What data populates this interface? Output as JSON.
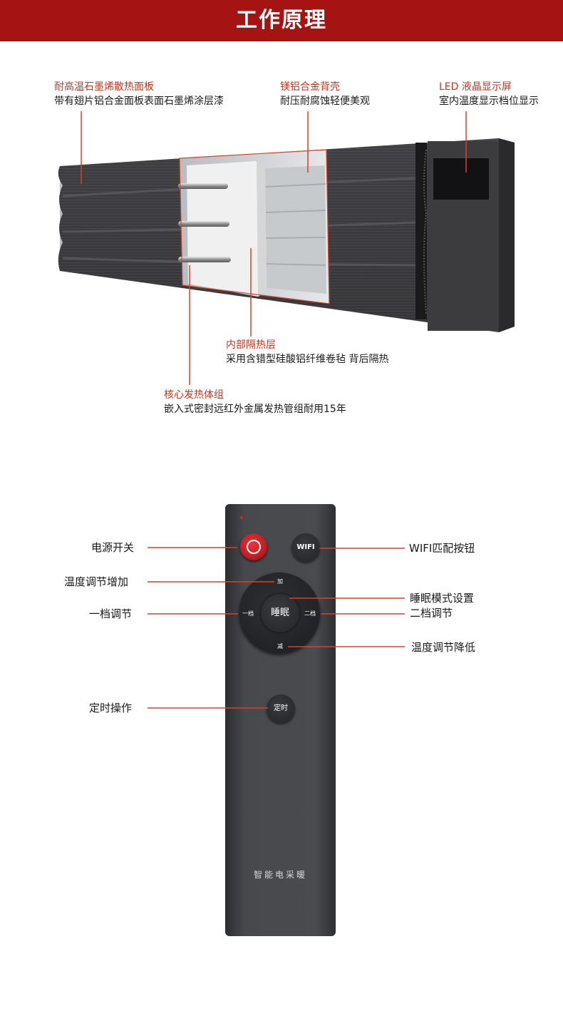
{
  "header": {
    "title": "工作原理"
  },
  "callouts": {
    "panel": {
      "title": "耐高温石墨烯散热面板",
      "desc": "带有翅片铝合金面板表面石墨烯涂层漆"
    },
    "back": {
      "title": "镁铝合金背壳",
      "desc": "耐压耐腐蚀轻便美观"
    },
    "lcd": {
      "title": "LED 液晶显示屏",
      "desc": "室内温度显示档位显示"
    },
    "insulation": {
      "title": "内部隔热层",
      "desc": "采用含错型硅酸铝纤维卷毡 背后隔热"
    },
    "core": {
      "title": "核心发热体组",
      "desc": "嵌入式密封远红外金属发热管组耐用15年"
    }
  },
  "remote": {
    "labels": {
      "power": "电源开关",
      "temp_up": "温度调节增加",
      "gear1": "一档调节",
      "timer": "定时操作",
      "wifi": "WIFI匹配按钮",
      "sleep": "睡眠模式设置",
      "gear2": "二档调节",
      "temp_down": "温度调节降低"
    },
    "buttons": {
      "wifi": "WIFI",
      "sleep": "睡眠",
      "plus": "加",
      "minus": "减",
      "gear1": "一档",
      "gear2": "二档",
      "timer": "定时"
    },
    "brand": "智能电采暖"
  },
  "colors": {
    "banner": "#a51313",
    "accent": "#c8341f",
    "leader": "#d0452b",
    "power": "#c51f26"
  }
}
